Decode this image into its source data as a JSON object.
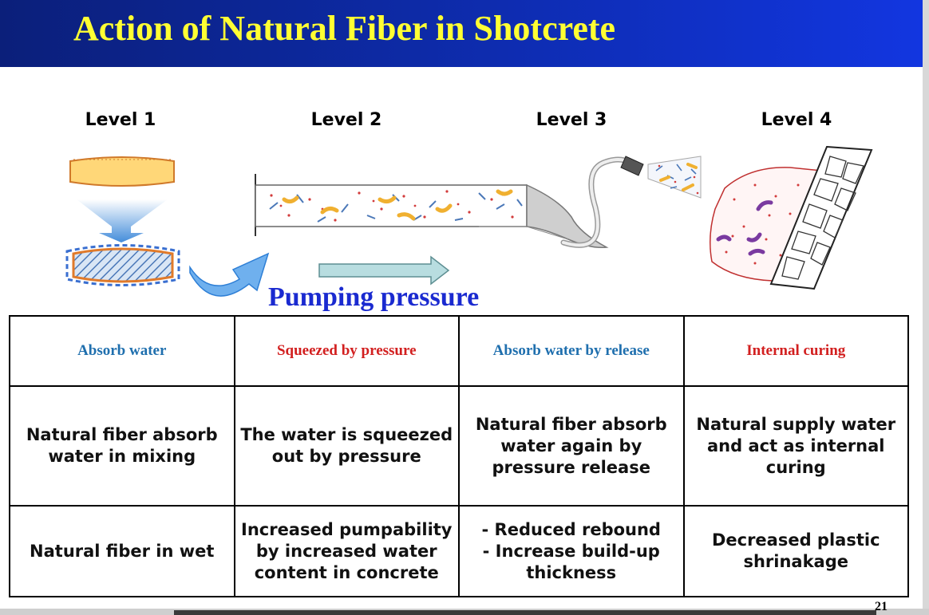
{
  "title": "Action of Natural Fiber in Shotcrete",
  "levels": [
    "Level 1",
    "Level 2",
    "Level 3",
    "Level 4"
  ],
  "pumping_label": "Pumping pressure",
  "colors": {
    "title_bg": "#0d2aa6",
    "title_text": "#ffff33",
    "blue_label": "#1f6fae",
    "red_label": "#d21f1f",
    "pump_text": "#1a2ad0",
    "fiber": "#f7c948"
  },
  "table": {
    "headers": [
      "Absorb water",
      "Squeezed by pressure",
      "Absorb water by release",
      "Internal curing"
    ],
    "row2": [
      "Natural fiber absorb water in mixing",
      "The water is squeezed out by pressure",
      "Natural fiber absorb water again by pressure release",
      "Natural supply water and act as internal curing"
    ],
    "row3": {
      "c1": "Natural fiber in wet",
      "c2": "Increased pumpability by increased water content in concrete",
      "c3": [
        "- Reduced rebound",
        "- Increase build-up thickness"
      ],
      "c4": "Decreased plastic shrinakage"
    }
  },
  "page_number": "21"
}
